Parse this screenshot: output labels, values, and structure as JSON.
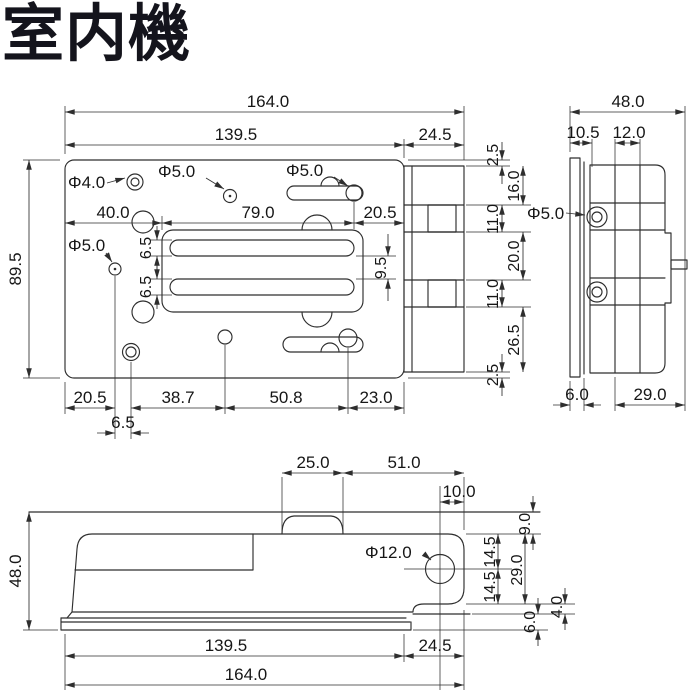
{
  "title": "室内機",
  "views": {
    "front": {
      "dim_overall_width": "164.0",
      "dim_body_width": "139.5",
      "dim_tab_width": "24.5",
      "dim_height": "89.5",
      "label_hole_phi4": "Φ4.0",
      "label_hole_phi5_top": "Φ5.0",
      "label_hole_phi5_right": "Φ5.0",
      "label_hole_phi5_left": "Φ5.0",
      "dim_mid_left": "40.0",
      "dim_mid_center": "79.0",
      "dim_mid_right": "20.5",
      "dim_slot_height_upper": "6.5",
      "dim_slot_height_lower": "6.5",
      "dim_slot_gap": "9.5",
      "dim_right_margin_top": "2.5",
      "dim_right_seg1": "16.0",
      "dim_right_seg2": "11.0",
      "dim_right_seg3": "20.0",
      "dim_right_seg4": "11.0",
      "dim_right_seg5": "26.5",
      "dim_right_margin_bottom": "2.5",
      "dim_bottom_a": "20.5",
      "dim_bottom_b": "38.7",
      "dim_bottom_c": "50.8",
      "dim_bottom_d": "23.0",
      "dim_bottom_offset": "6.5"
    },
    "side": {
      "dim_depth": "48.0",
      "dim_plate_offset": "10.5",
      "dim_panel": "12.0",
      "label_hole_phi5": "Φ5.0",
      "dim_bottom_plate": "6.0",
      "dim_bottom_body": "29.0"
    },
    "bottom": {
      "dim_bump_width": "25.0",
      "dim_bump_to_edge": "51.0",
      "dim_hole_to_edge": "10.0",
      "label_hole_phi12": "Φ12.0",
      "dim_depth": "48.0",
      "dim_back_gap": "9.0",
      "dim_hole_a": "14.5",
      "dim_hole_b": "14.5",
      "dim_tab_depth": "29.0",
      "dim_step": "4.0",
      "dim_flange": "6.0",
      "dim_body_width": "139.5",
      "dim_tab_width": "24.5",
      "dim_overall_width": "164.0"
    }
  }
}
